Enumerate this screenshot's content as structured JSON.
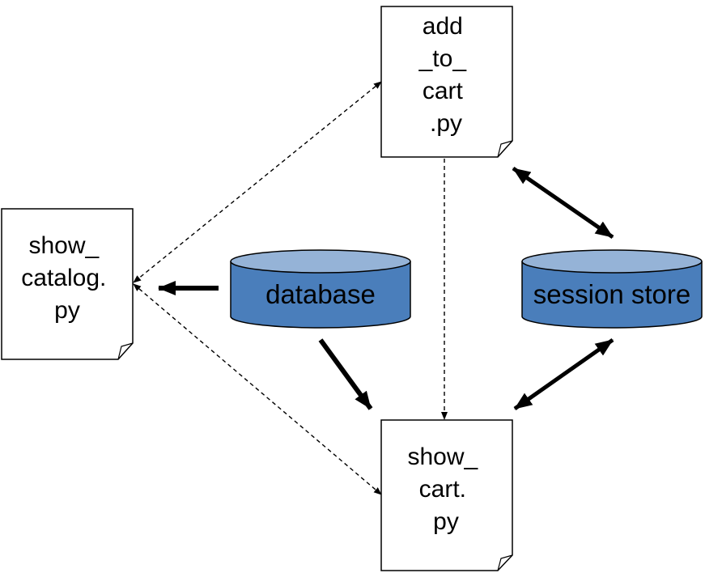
{
  "colors": {
    "cylinder_body": "#4a7ebb",
    "cylinder_top": "#95b3d7",
    "cylinder_stroke": "#000000",
    "doc_fill": "#ffffff",
    "doc_stroke": "#000000",
    "arrow": "#000000"
  },
  "documents": {
    "add_to_cart": {
      "lines": [
        "add",
        "_to_",
        "cart",
        ".py"
      ]
    },
    "show_catalog": {
      "lines": [
        "show_",
        "catalog.",
        "py"
      ]
    },
    "show_cart": {
      "lines": [
        "show_",
        "cart.",
        "py"
      ]
    }
  },
  "stores": {
    "database": {
      "label": "database"
    },
    "session_store": {
      "label": "session store"
    }
  },
  "connections": [
    {
      "from": "add_to_cart",
      "to": "show_catalog",
      "style": "dashed",
      "direction": "both"
    },
    {
      "from": "show_catalog",
      "to": "show_cart",
      "style": "dashed",
      "direction": "both"
    },
    {
      "from": "add_to_cart",
      "to": "show_cart",
      "style": "dashed",
      "direction": "forward"
    },
    {
      "from": "database",
      "to": "show_catalog",
      "style": "solid",
      "direction": "forward"
    },
    {
      "from": "database",
      "to": "show_cart",
      "style": "solid",
      "direction": "forward"
    },
    {
      "from": "add_to_cart",
      "to": "session_store",
      "style": "solid",
      "direction": "both"
    },
    {
      "from": "session_store",
      "to": "show_cart",
      "style": "solid",
      "direction": "both"
    }
  ]
}
